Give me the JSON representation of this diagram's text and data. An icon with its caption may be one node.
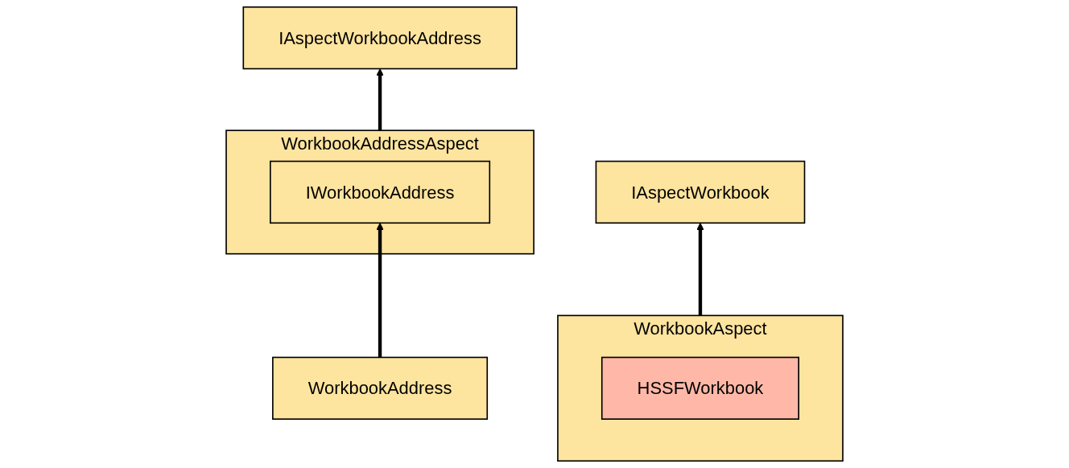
{
  "diagram": {
    "nodes": [
      {
        "text": [
          "IAspectWorkbookAddress"
        ]
      },
      {
        "text": [
          "WorkbookAddressAspect"
        ]
      },
      {
        "text": [
          "IWorkbookAddress"
        ],
        "in": 1
      },
      {
        "text": [
          "WorkbookAddress"
        ]
      },
      {
        "text": [
          "IAspectWorkbook"
        ]
      },
      {
        "text": [
          "WorkbookAspect"
        ]
      },
      {
        "text": [
          "HSSFWorkbook"
        ],
        "in": 5
      }
    ],
    "edges": [
      {
        "from": 1,
        "to": 0,
        "arrow": "to"
      },
      {
        "from": 3,
        "to": 2,
        "arrow": "to"
      },
      {
        "from": 5,
        "to": 4,
        "arrow": "to"
      }
    ]
  }
}
